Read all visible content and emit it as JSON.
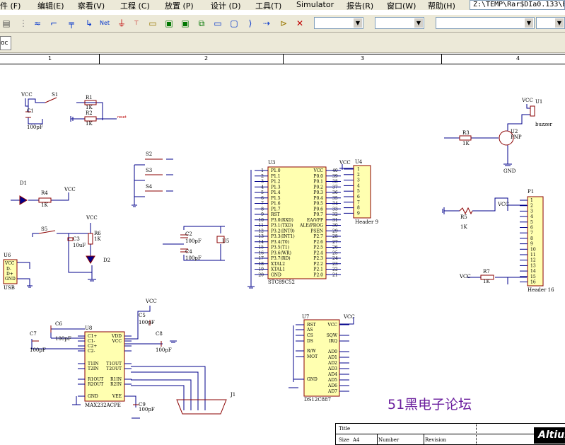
{
  "menubar": {
    "items": [
      "件 (F)",
      "编辑(E)",
      "察看(V)",
      "工程 (C)",
      "放置 (P)",
      "设计 (D)",
      "工具(T)",
      "Simulator",
      "报告(R)",
      "窗口(W)",
      "帮助(H)"
    ],
    "path": "Z:\\TEMP\\Rar$DIa0.133\\E"
  },
  "document_tab": "oc",
  "ruler": {
    "labels": [
      "1",
      "2",
      "3",
      "4"
    ]
  },
  "schematic": {
    "power": "VCC",
    "components": {
      "S1": "S1",
      "R1": "R1",
      "R1v": "1K",
      "R2": "R2",
      "R2v": "1K",
      "C1": "C1",
      "C1v": "100pF",
      "reset": "reset",
      "S2": "S2",
      "S3": "S3",
      "S4": "S4",
      "D1": "D1",
      "R4": "R4",
      "R4v": "1K",
      "S5": "S5",
      "C3": "C3",
      "C3v": "10uF",
      "R6": "R6",
      "R6v": "1K",
      "D2": "D2",
      "U6": "U6",
      "usb_label": "USB",
      "usb_pins": [
        "VCC",
        "D-",
        "D+",
        "GND"
      ],
      "C2": "C2",
      "C2v": "100pF",
      "C4": "C4",
      "C4v": "100pF",
      "Y1": "U5",
      "U3": "U3",
      "U3_name": "STC89C52",
      "U3_left_pins": [
        "P1.0",
        "P1.1",
        "P1.2",
        "P1.3",
        "P1.4",
        "P1.5",
        "P1.6",
        "P1.7",
        "RST",
        "P3.0(RXD)",
        "P3.1(TXD)",
        "P3.2(INT0)",
        "P3.3(INT1)",
        "P3.4(T0)",
        "P3.5(T1)",
        "P3.6(WR)",
        "P3.7(RD)",
        "XTAL2",
        "XTAL1",
        "GND"
      ],
      "U3_right_pins": [
        "VCC",
        "P0.0",
        "P0.1",
        "P0.2",
        "P0.3",
        "P0.4",
        "P0.5",
        "P0.6",
        "P0.7",
        "EA/VPP",
        "ALE/PROG",
        "PSEN",
        "P2.7",
        "P2.6",
        "P2.5",
        "P2.4",
        "P2.3",
        "P2.2",
        "P2.1",
        "P2.0"
      ],
      "U3_left_nums": [
        "1",
        "2",
        "3",
        "4",
        "5",
        "6",
        "7",
        "8",
        "9",
        "10",
        "11",
        "12",
        "13",
        "14",
        "15",
        "16",
        "17",
        "18",
        "19",
        "20"
      ],
      "U3_right_nums": [
        "40",
        "39",
        "38",
        "37",
        "36",
        "35",
        "34",
        "33",
        "32",
        "31",
        "30",
        "29",
        "28",
        "27",
        "26",
        "25",
        "24",
        "23",
        "22",
        "21"
      ],
      "U4": "U4",
      "U4_name": "Header 9",
      "R3": "R3",
      "R3v": "1K",
      "U2": "U2",
      "U2_type": "PNP",
      "U1": "U1",
      "buzzer": "buzzer",
      "P1": "P1",
      "P1_name": "Header 16",
      "R5": "R5",
      "R5v": "1K",
      "R7": "R7",
      "R7v": "1K",
      "U8": "U8",
      "U8_name": "MAX232ACPE",
      "U8_left_pins": [
        "C1+",
        "C1-",
        "C2+",
        "C2-",
        "T1IN",
        "T2IN",
        "R1OUT",
        "R2OUT",
        "GND"
      ],
      "U8_right_pins": [
        "VDD",
        "VCC",
        "",
        "",
        "T1OUT",
        "T2OUT",
        "R1IN",
        "R2IN",
        "VEE"
      ],
      "C5": "C5",
      "C5v": "100pF",
      "C6": "C6",
      "C6v": "100pF",
      "C7": "C7",
      "C7v": "100pF",
      "C8": "C8",
      "C8v": "100pF",
      "C9": "C9",
      "C9v": "100pF",
      "J1": "J1",
      "U7": "U7",
      "U7_name": "DS12C887",
      "U7_left_pins": [
        "RST",
        "AS",
        "CS",
        "DS",
        "R/W",
        "MOT",
        "GND"
      ],
      "U7_right_pins": [
        "VCC",
        "SQW",
        "IRQ",
        "AD0",
        "AD1",
        "AD2",
        "AD3",
        "AD4",
        "AD5",
        "AD6",
        "AD7"
      ]
    }
  },
  "watermark": "51黑电子论坛",
  "title_block": {
    "title_label": "Title",
    "size_label": "Size",
    "size_value": "A4",
    "number_label": "Number",
    "revision_label": "Revision"
  },
  "logo": "Altium",
  "colors": {
    "wire": "#00008b",
    "component": "#8b0000",
    "chip_fill": "#ffffb0",
    "net_label": "#b00000"
  }
}
